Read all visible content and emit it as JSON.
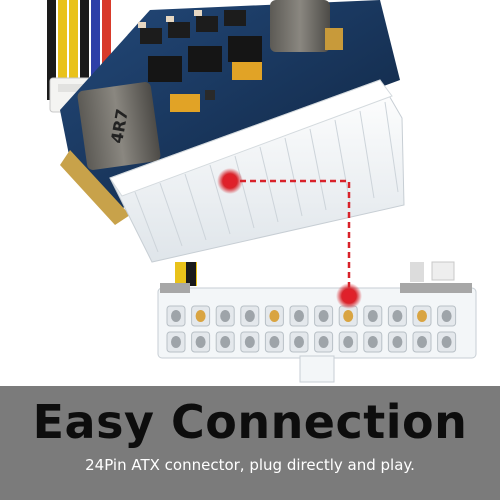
{
  "caption": {
    "title": "Easy Connection",
    "subtitle": "24Pin ATX connector, plug directly and play."
  },
  "board": {
    "inductor_marking": "4R7"
  },
  "colors": {
    "band": "#7b7b7b",
    "marker": "#d8222a",
    "connector": "#f3f6f8",
    "pcb": "#18345a"
  },
  "icons": {
    "connection_marker": "red-dot",
    "leader_line": "dashed-line"
  }
}
